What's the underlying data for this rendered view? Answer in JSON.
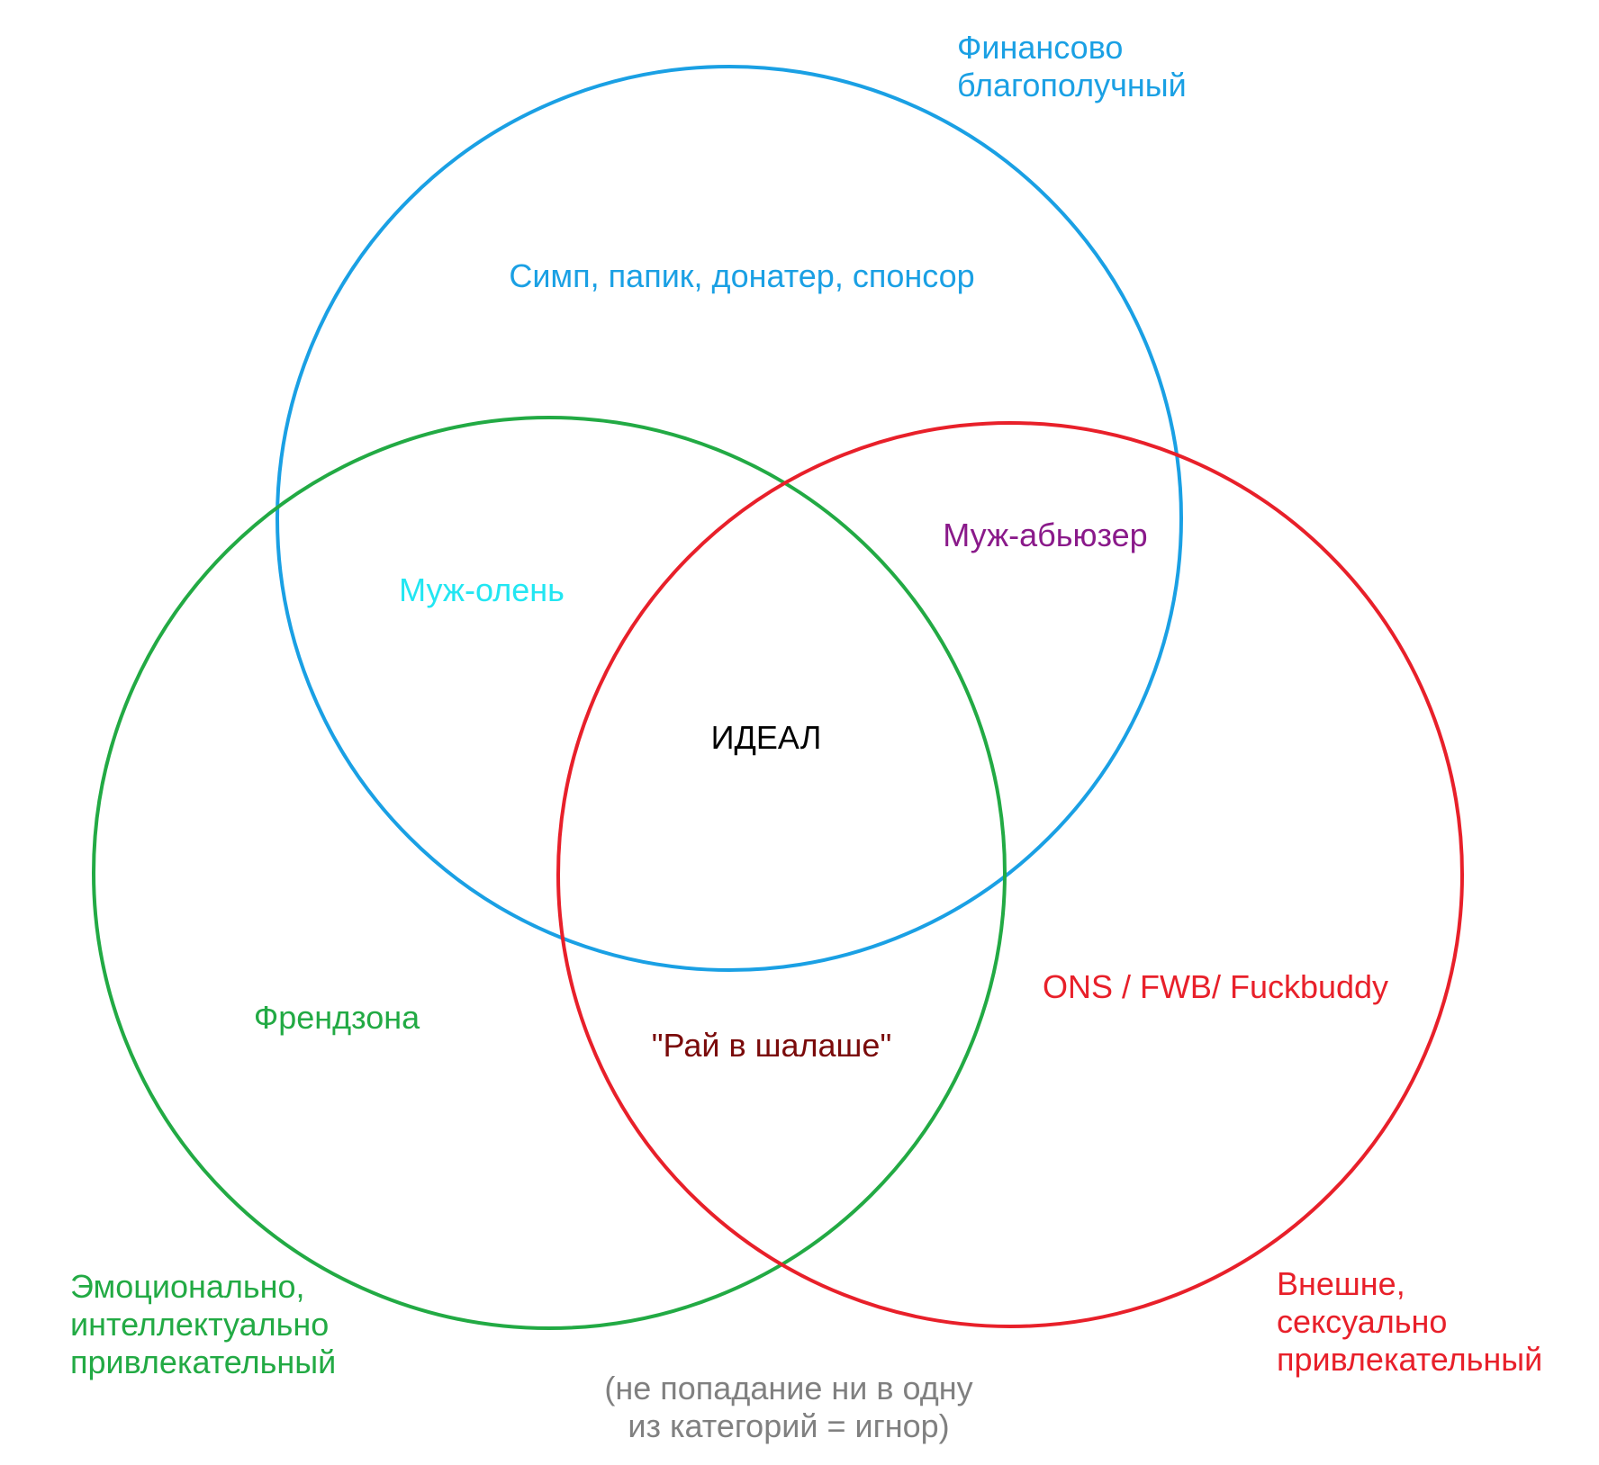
{
  "sets": {
    "financial": {
      "label": "Финансово\nблагополучный",
      "color": "#1aa0e4"
    },
    "emotional": {
      "label": "Эмоционально,\nинтеллектуально\nпривлекательный",
      "color": "#22aa44"
    },
    "physical": {
      "label": "Внешне,\nсексуально\nпривлекательный",
      "color": "#e8202a"
    }
  },
  "regions": {
    "financial_only": {
      "text": "Симп, папик, донатер, спонсор",
      "color": "#1aa0e4"
    },
    "financial_emotional": {
      "text": "Муж-олень",
      "color": "#22e6f2"
    },
    "financial_physical": {
      "text": "Муж-абьюзер",
      "color": "#8a1a8a"
    },
    "all_three": {
      "text": "ИДЕАЛ",
      "color": "#000000"
    },
    "emotional_only": {
      "text": "Френдзона",
      "color": "#22aa44"
    },
    "emotional_physical": {
      "text": "\"Рай в шалаше\"",
      "color": "#7a0a0a"
    },
    "physical_only": {
      "text": "ONS / FWB/ Fuckbuddy",
      "color": "#e8202a"
    }
  },
  "footnote": {
    "text": "(не попадание ни в одну\nиз категорий = игнор)",
    "color": "#808080"
  }
}
